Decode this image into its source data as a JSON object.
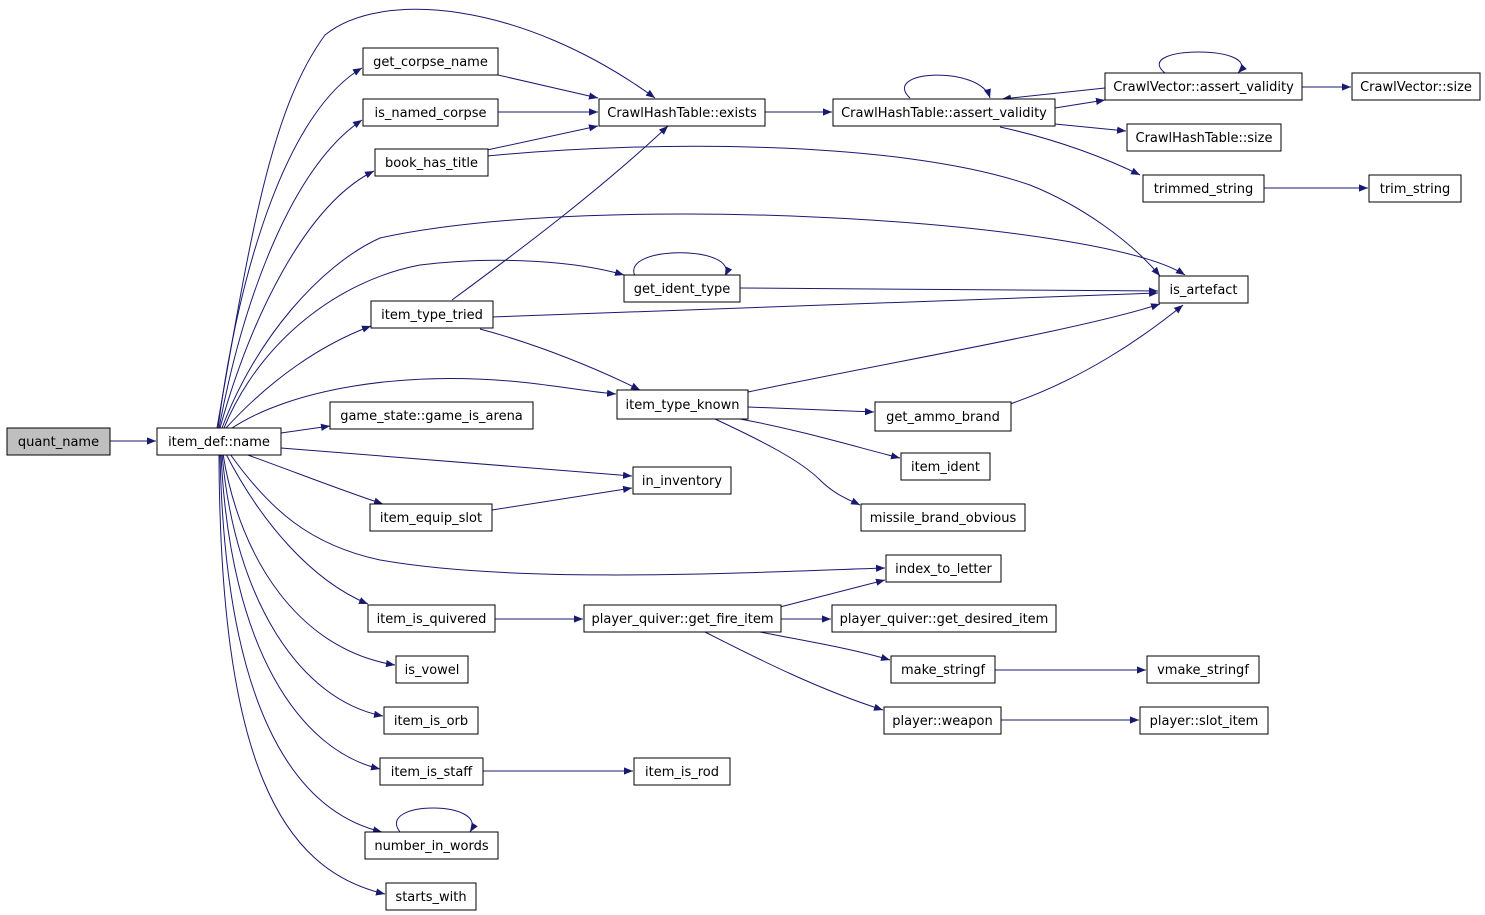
{
  "colors": {
    "edge": "#191970",
    "root_fill": "#bfbfbf",
    "node_fill": "#ffffff",
    "node_border": "#000000"
  },
  "nodes": {
    "quant_name": "quant_name",
    "item_def_name": "item_def::name",
    "get_corpse_name": "get_corpse_name",
    "is_named_corpse": "is_named_corpse",
    "book_has_title": "book_has_title",
    "item_type_tried": "item_type_tried",
    "game_is_arena": "game_state::game_is_arena",
    "item_equip_slot": "item_equip_slot",
    "item_is_quivered": "item_is_quivered",
    "is_vowel": "is_vowel",
    "item_is_orb": "item_is_orb",
    "item_is_staff": "item_is_staff",
    "number_in_words": "number_in_words",
    "starts_with": "starts_with",
    "hash_exists": "CrawlHashTable::exists",
    "hash_assert_validity": "CrawlHashTable::assert_validity",
    "vector_assert_validity": "CrawlVector::assert_validity",
    "vector_size": "CrawlVector::size",
    "hash_size": "CrawlHashTable::size",
    "trimmed_string": "trimmed_string",
    "trim_string": "trim_string",
    "get_ident_type": "get_ident_type",
    "is_artefact": "is_artefact",
    "item_type_known": "item_type_known",
    "get_ammo_brand": "get_ammo_brand",
    "item_ident": "item_ident",
    "missile_brand_obvious": "missile_brand_obvious",
    "in_inventory": "in_inventory",
    "index_to_letter": "index_to_letter",
    "get_fire_item": "player_quiver::get_fire_item",
    "get_desired_item": "player_quiver::get_desired_item",
    "make_stringf": "make_stringf",
    "vmake_stringf": "vmake_stringf",
    "player_weapon": "player::weapon",
    "slot_item": "player::slot_item",
    "item_is_rod": "item_is_rod"
  }
}
